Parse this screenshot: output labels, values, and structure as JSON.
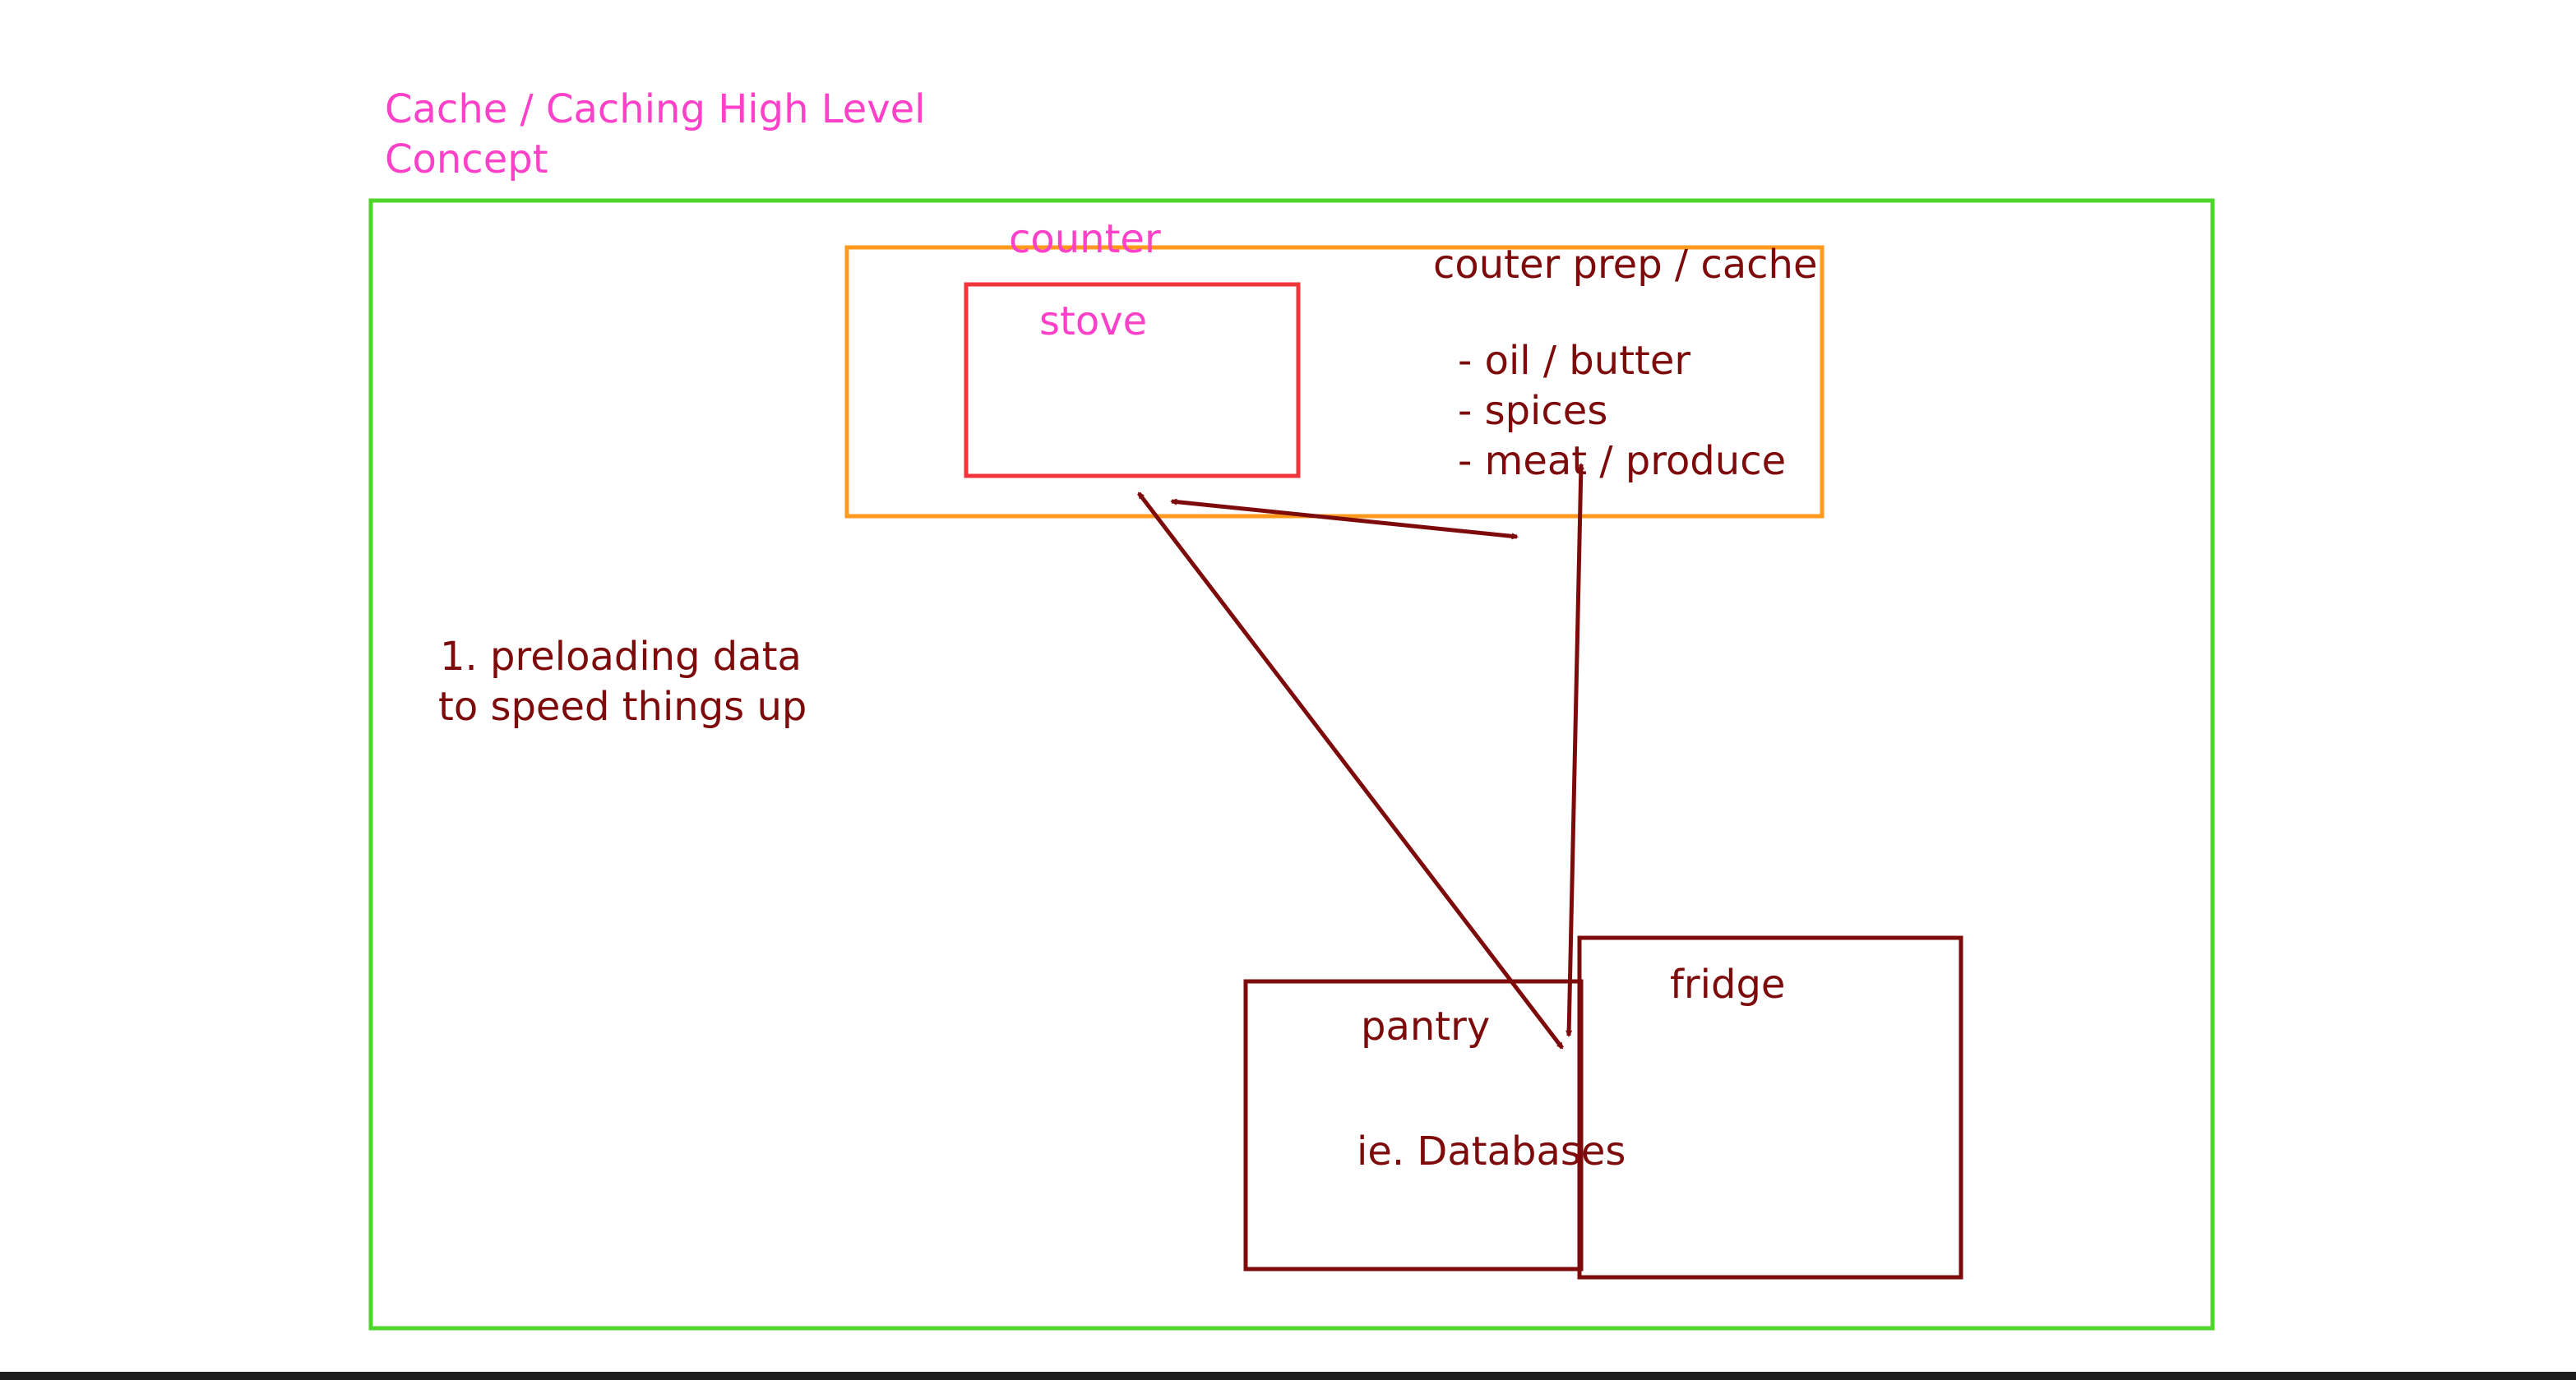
{
  "title": {
    "line1": "Cache / Caching High Level",
    "line2": "Concept"
  },
  "labels": {
    "counter": "counter",
    "stove": "stove",
    "cache_title": "couter prep / cache",
    "cache_item_1": "- oil / butter",
    "cache_item_2": "- spices",
    "cache_item_3": "- meat / produce",
    "note_line1": "1. preloading data",
    "note_line2": "to speed things up",
    "pantry": "pantry",
    "databases": "ie. Databases",
    "fridge": "fridge"
  },
  "colors": {
    "pink": "#ff40c8",
    "green": "#4fd62a",
    "orange": "#ff9a1f",
    "red": "#f0353b",
    "dark_red": "#7e0b0b",
    "bottom_bar": "#1c1c1c"
  }
}
